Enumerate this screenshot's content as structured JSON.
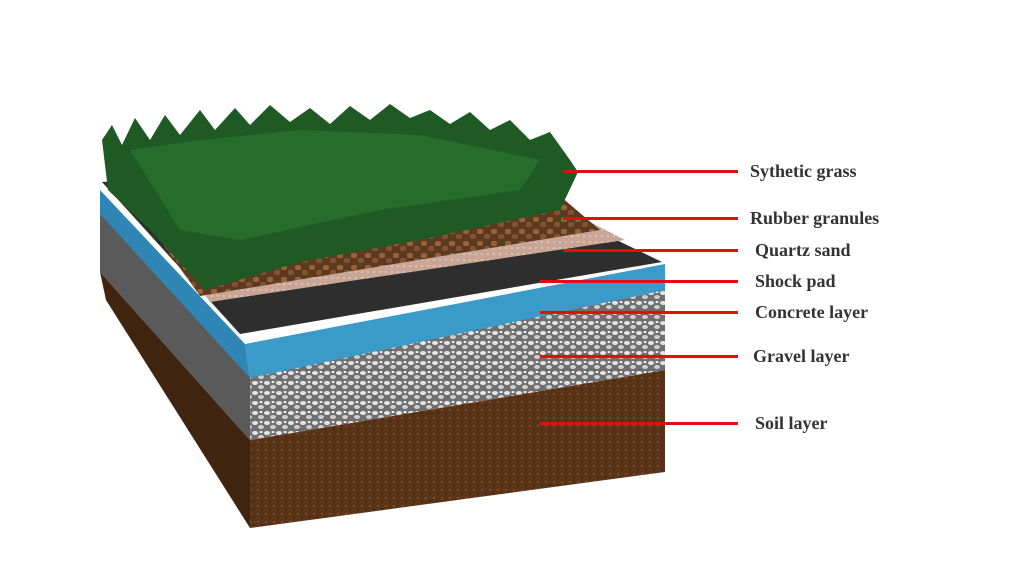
{
  "diagram": {
    "layers": [
      {
        "label": "Sythetic grass",
        "color": "#1f5a24"
      },
      {
        "label": "Rubber granules",
        "color": "#7a4a2a"
      },
      {
        "label": "Quartz sand",
        "color": "#c9a596"
      },
      {
        "label": "Shock pad",
        "color": "#2e2e2e"
      },
      {
        "label": "Concrete layer",
        "color": "#3a9ac8"
      },
      {
        "label": "Gravel layer",
        "color": "#9a9a9a"
      },
      {
        "label": "Soil layer",
        "color": "#5a3418"
      }
    ],
    "pointer_color": "#e01010"
  }
}
